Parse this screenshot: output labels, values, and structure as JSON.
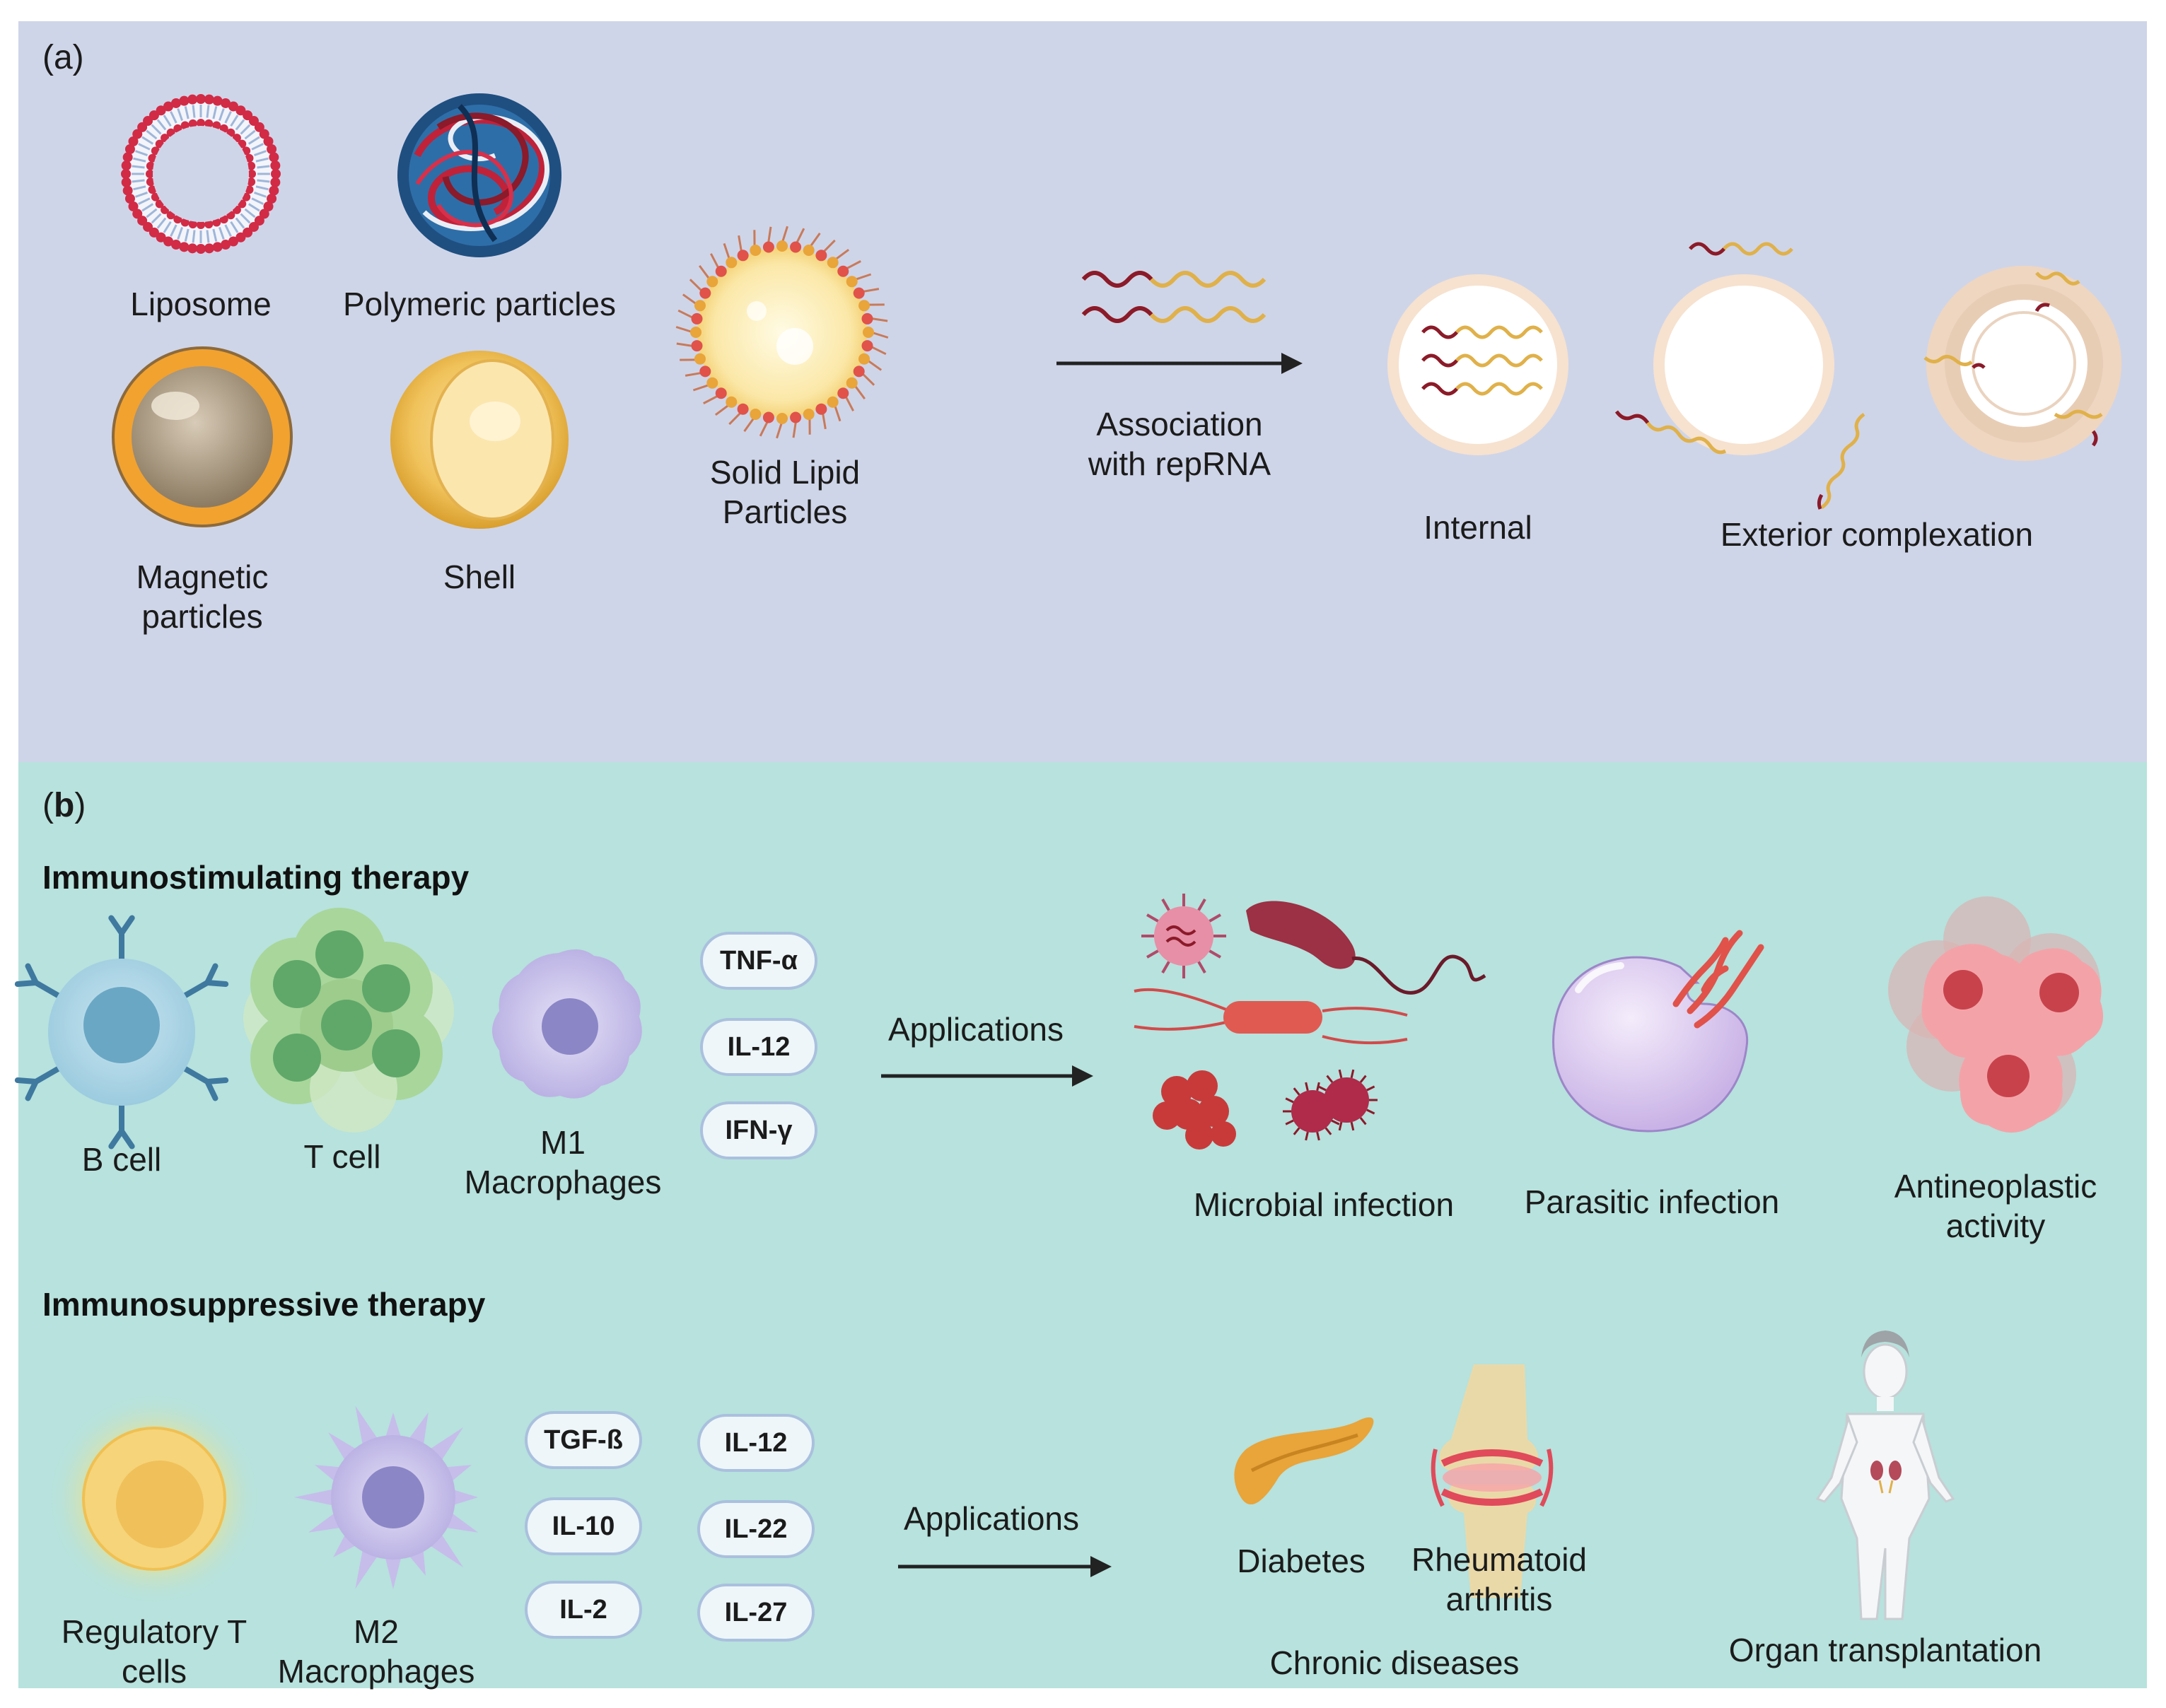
{
  "panel_a": {
    "label": "(a)",
    "nanoparticles": {
      "liposome": "Liposome",
      "polymeric": "Polymeric particles",
      "magnetic": "Magnetic\nparticles",
      "shell": "Shell",
      "solid_lipid": "Solid Lipid\nParticles"
    },
    "association": "Association\nwith repRNA",
    "internal": "Internal",
    "exterior": "Exterior complexation"
  },
  "panel_b": {
    "label_open": "(",
    "label_letter": "b",
    "label_close": ")",
    "immunostimulating": {
      "title": "Immunostimulating therapy",
      "cells": {
        "b_cell": "B cell",
        "t_cell": "T cell",
        "m1": "M1\nMacrophages"
      },
      "cytokines": [
        "TNF-α",
        "IL-12",
        "IFN-γ"
      ],
      "applications": "Applications",
      "outcomes": {
        "microbial": "Microbial infection",
        "parasitic": "Parasitic infection",
        "antineoplastic": "Antineoplastic\nactivity"
      }
    },
    "immunosuppressive": {
      "title": "Immunosuppressive therapy",
      "cells": {
        "treg": "Regulatory T\ncells",
        "m2": "M2\nMacrophages"
      },
      "cytokines_left": [
        "TGF-ß",
        "IL-10",
        "IL-2"
      ],
      "cytokines_right": [
        "IL-12",
        "IL-22",
        "IL-27"
      ],
      "applications": "Applications",
      "outcomes": {
        "diabetes": "Diabetes",
        "rheumatoid": "Rheumatoid\narthritis",
        "chronic": "Chronic diseases",
        "organ": "Organ transplantation"
      }
    }
  },
  "colors": {
    "panel_a_bg": "#cfd5e8",
    "panel_b_bg": "#b7e2dd",
    "rna_dark": "#8b1a2a",
    "rna_light": "#e0b14a",
    "liposome_red": "#d12b46"
  }
}
